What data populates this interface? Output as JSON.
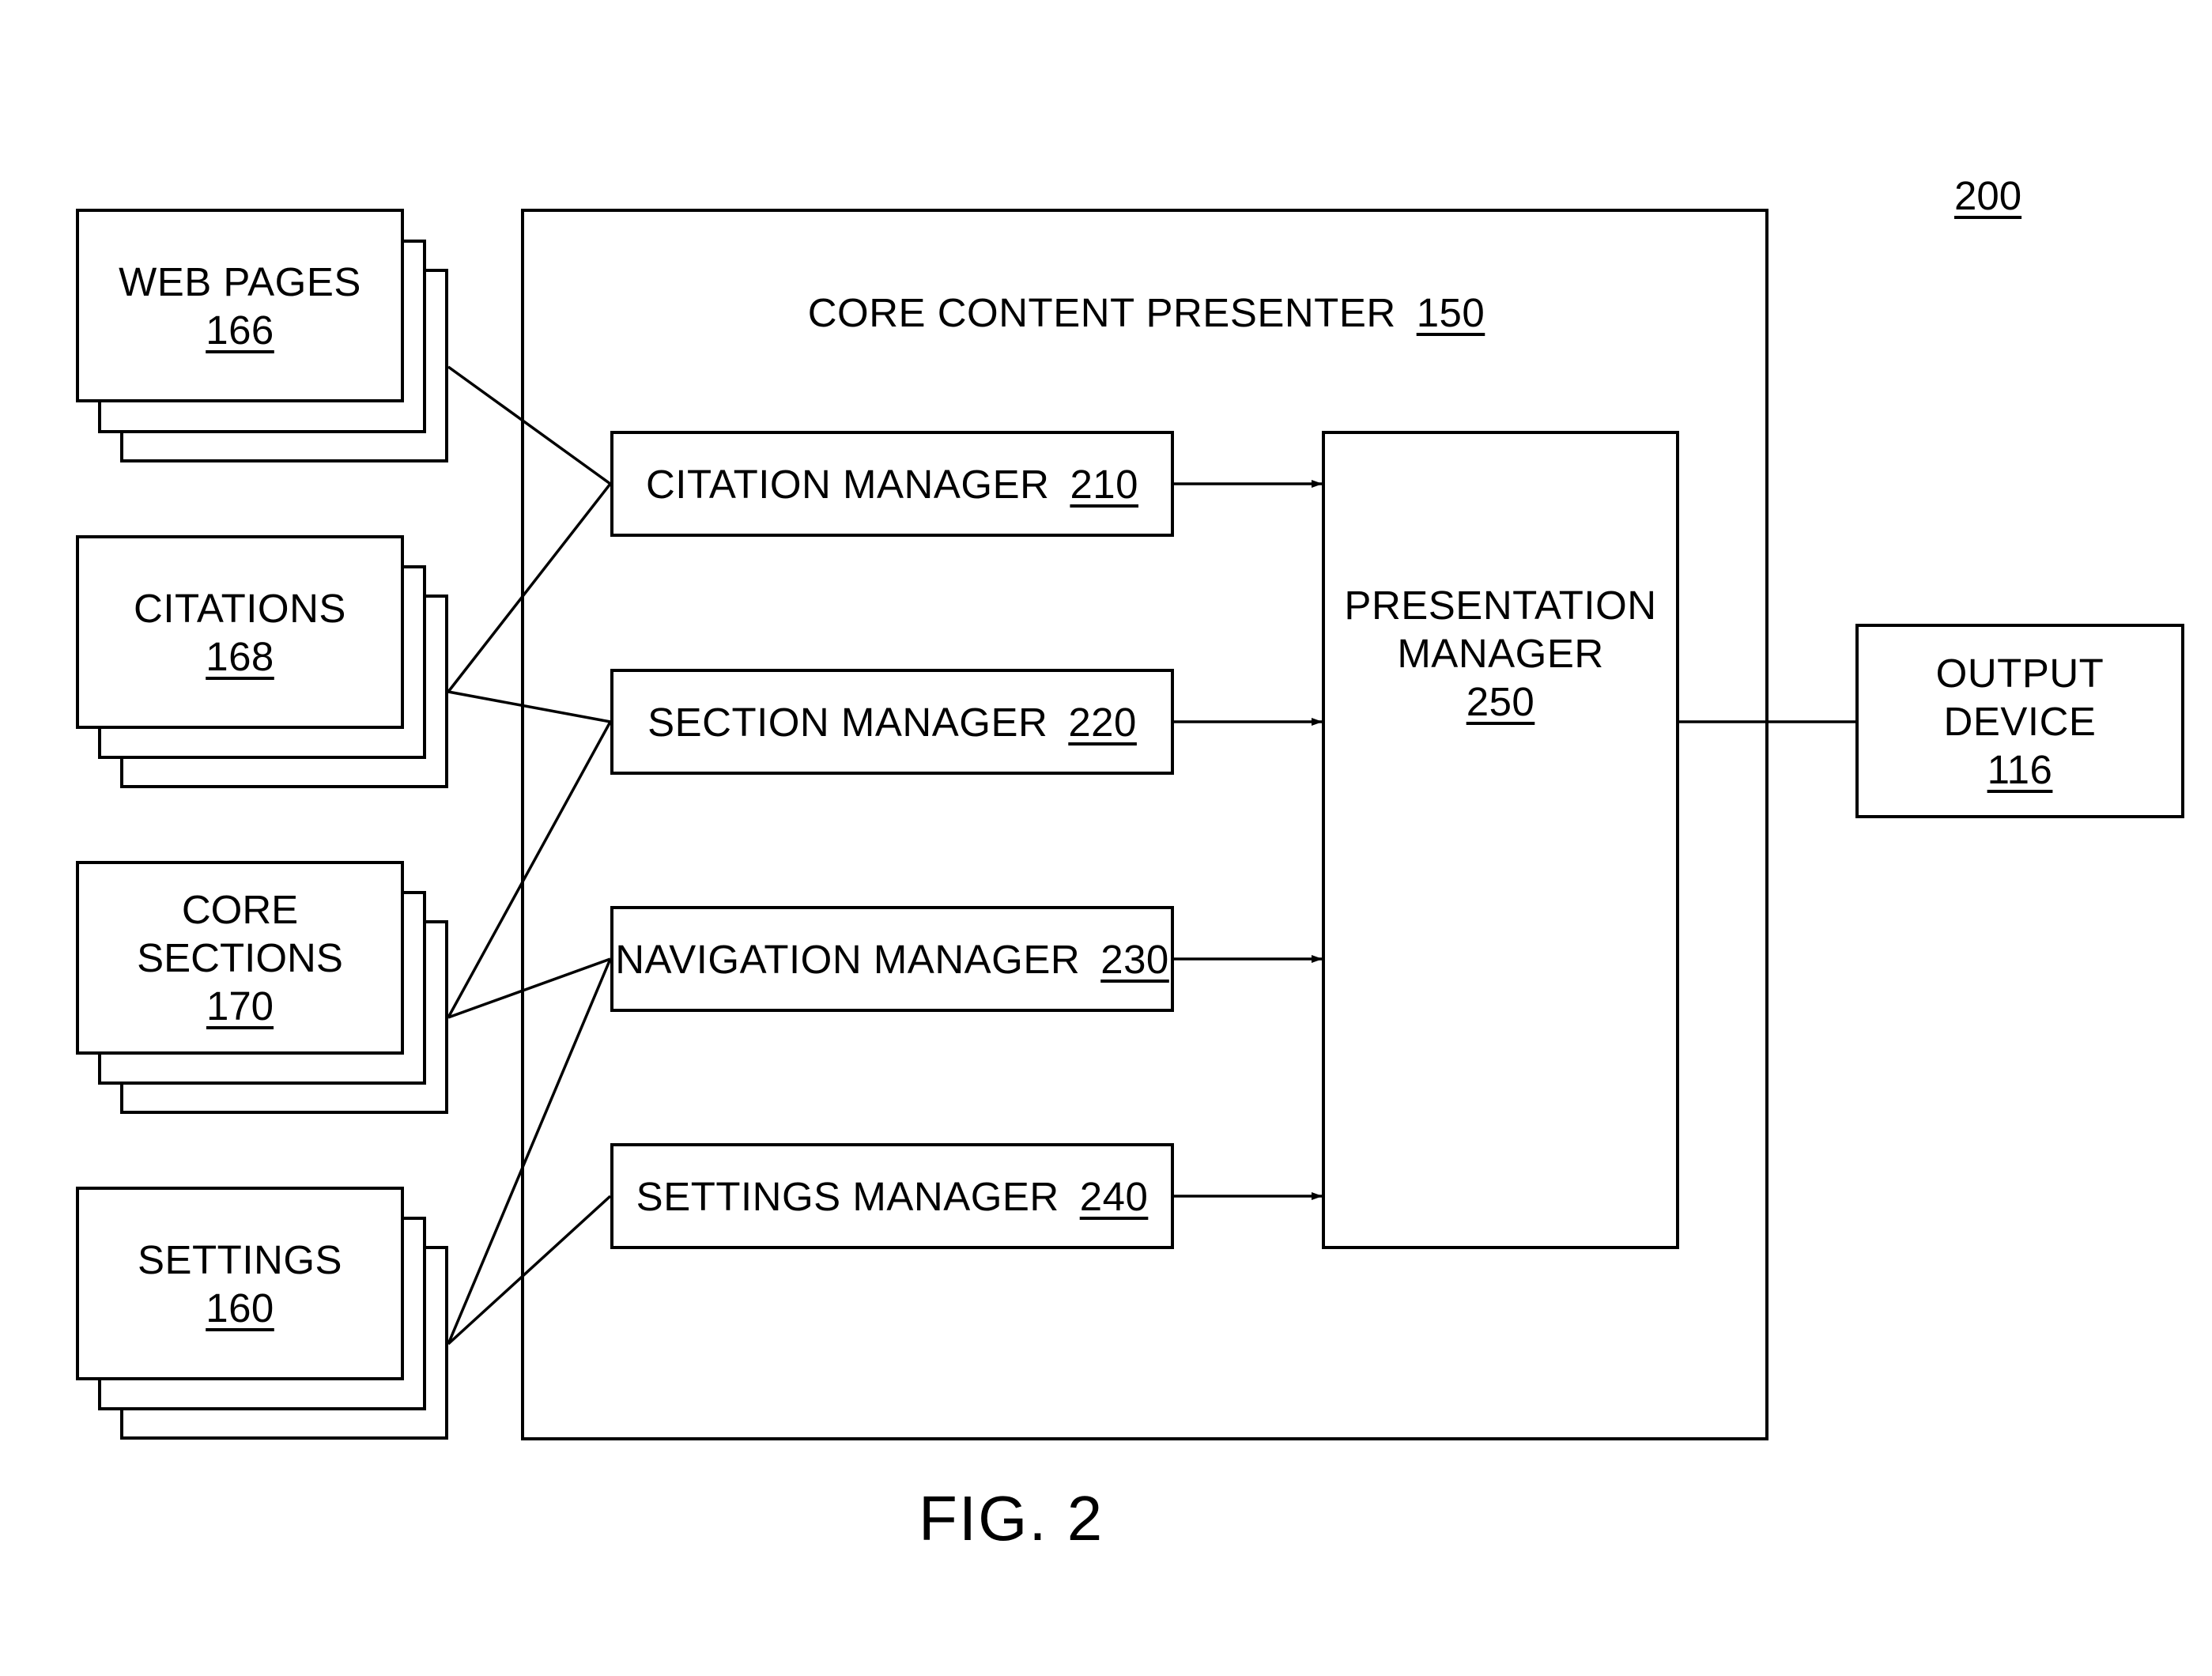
{
  "figure_ref": "200",
  "figure_caption": "FIG. 2",
  "inputs": [
    {
      "name": "WEB PAGES",
      "ref": "166"
    },
    {
      "name": "CITATIONS",
      "ref": "168"
    },
    {
      "name": "CORE SECTIONS",
      "ref": "170"
    },
    {
      "name": "SETTINGS",
      "ref": "160"
    }
  ],
  "presenter": {
    "name": "CORE CONTENT PRESENTER",
    "ref": "150"
  },
  "managers": [
    {
      "name": "CITATION MANAGER",
      "ref": "210"
    },
    {
      "name": "SECTION MANAGER",
      "ref": "220"
    },
    {
      "name": "NAVIGATION MANAGER",
      "ref": "230"
    },
    {
      "name": "SETTINGS MANAGER",
      "ref": "240"
    }
  ],
  "presentation_manager": {
    "line1": "PRESENTATION",
    "line2": "MANAGER",
    "ref": "250"
  },
  "output_device": {
    "line1": "OUTPUT",
    "line2": "DEVICE",
    "ref": "116"
  }
}
